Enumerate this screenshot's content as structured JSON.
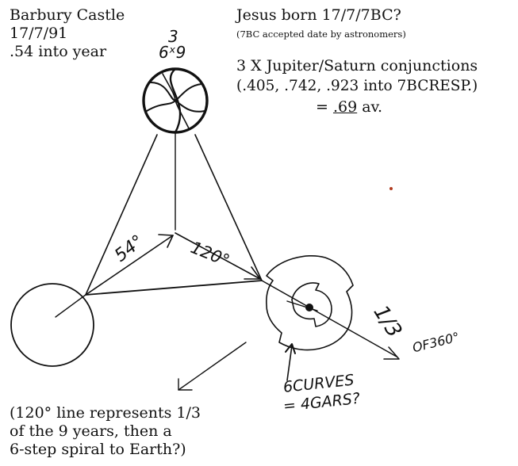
{
  "left_note": {
    "line1": "Barbury Castle",
    "line2": "17/7/91",
    "line3": ".54 into year"
  },
  "right_note": {
    "title": "Jesus born 17/7/7BC?",
    "subtitle": "(7BC accepted date by astronomers)",
    "conj_line1": "3 X Jupiter/Saturn conjunctions",
    "conj_line2": "(.405, .742, .923 into 7BCRESP.)",
    "avg_prefix": "= ",
    "avg_value": ".69",
    "avg_suffix": " av."
  },
  "handwritten": {
    "top_num": "3",
    "top_mult": "6ˣ9",
    "angle_54": "54°",
    "angle_120": "120°",
    "third_label": "1/3",
    "of360_label": "OF360°",
    "curves_line1": "6CURVES",
    "curves_line2": "= 4GARS?"
  },
  "bottom_note": {
    "line1": "(120° line represents 1/3",
    "line2": "of the 9 years, then a",
    "line3": "6-step spiral to Earth?)"
  }
}
